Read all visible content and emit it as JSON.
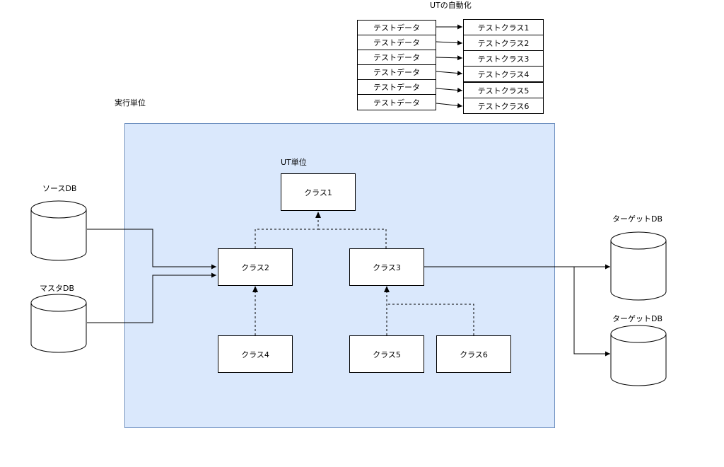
{
  "automation": {
    "title": "UTの自動化",
    "test_data": [
      "テストデータ",
      "テストデータ",
      "テストデータ",
      "テストデータ",
      "テストデータ",
      "テストデータ"
    ],
    "test_classes": [
      "テストクラス1",
      "テストクラス2",
      "テストクラス3",
      "テストクラス4",
      "テストクラス5",
      "テストクラス6"
    ]
  },
  "execution_unit": {
    "title": "実行単位"
  },
  "ut_unit": {
    "title": "UT単位"
  },
  "classes": {
    "class1": "クラス1",
    "class2": "クラス2",
    "class3": "クラス3",
    "class4": "クラス4",
    "class5": "クラス5",
    "class6": "クラス6"
  },
  "databases": {
    "source": "ソースDB",
    "master": "マスタDB",
    "target1": "ターゲットDB",
    "target2": "ターゲットDB"
  },
  "colors": {
    "frame_fill": "#dae8fc",
    "frame_border": "#6c8ebf",
    "line": "#000000"
  }
}
